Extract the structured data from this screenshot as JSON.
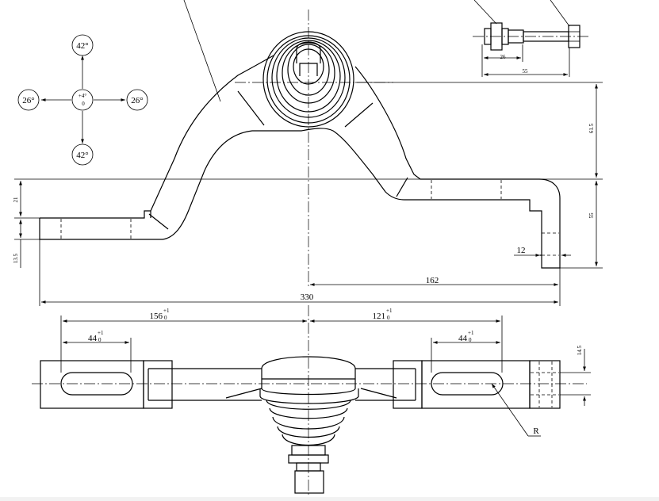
{
  "rose": {
    "top": "42°",
    "bottom": "42°",
    "left": "26°",
    "right": "26°",
    "center_sup": "+4°",
    "center_sub": "0"
  },
  "bolt_dims": {
    "d26": "26",
    "d55": "55"
  },
  "front_dims": {
    "d61_5": "61.5",
    "d55": "55",
    "d21": "21",
    "d13_5": "13.5",
    "d12": "12",
    "d162": "162",
    "d330": "330"
  },
  "plan_dims": {
    "d156": "156",
    "d156_tol_up": "+1",
    "d156_tol_lo": "0",
    "d121": "121",
    "d121_tol_up": "+1",
    "d121_tol_lo": "0",
    "d44a": "44",
    "d44a_tol_up": "+1",
    "d44a_tol_lo": "0",
    "d44b": "44",
    "d44b_tol_up": "+1",
    "d44b_tol_lo": "0",
    "d14_5": "14.5",
    "radius": "R"
  }
}
